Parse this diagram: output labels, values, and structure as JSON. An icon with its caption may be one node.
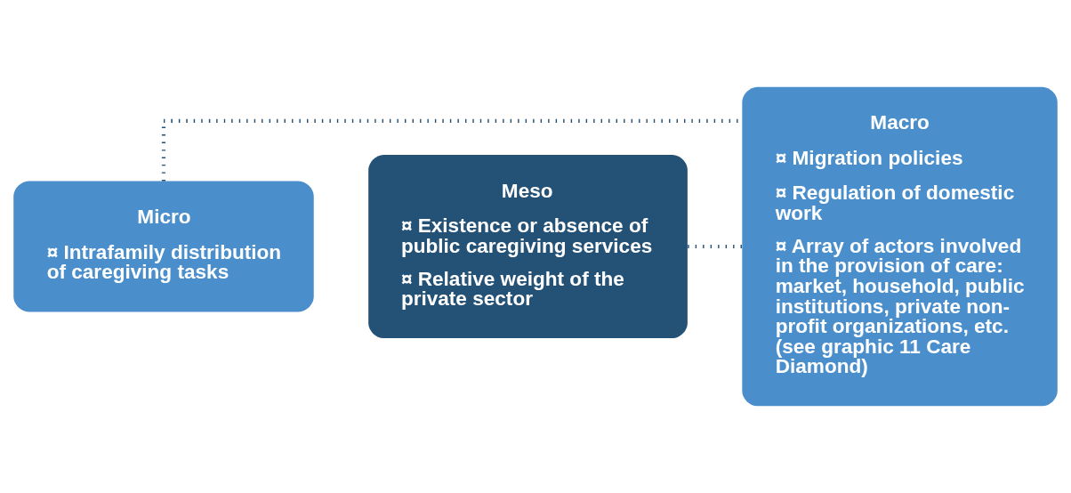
{
  "diagram": {
    "nodes": [
      {
        "text": [
          "Micro",
          "¤ Intrafamily distribution of caregiving tasks"
        ]
      },
      {
        "text": [
          "Meso",
          "¤ Existence or absence of public caregiving services",
          "¤ Relative weight of the private sector"
        ]
      },
      {
        "text": [
          "Macro",
          "¤ Migration policies",
          "¤ Regulation of domestic work",
          "¤ Array of actors involved in the provision of care: market, household, public institutions, private non-profit organizations, etc. (see graphic 11 Care Diamond)"
        ]
      }
    ],
    "edges": [
      {
        "from": 0,
        "to": 2,
        "arrow": "none",
        "style": "dashed"
      },
      {
        "from": 1,
        "to": 2,
        "arrow": "none",
        "style": "dashed"
      }
    ]
  }
}
